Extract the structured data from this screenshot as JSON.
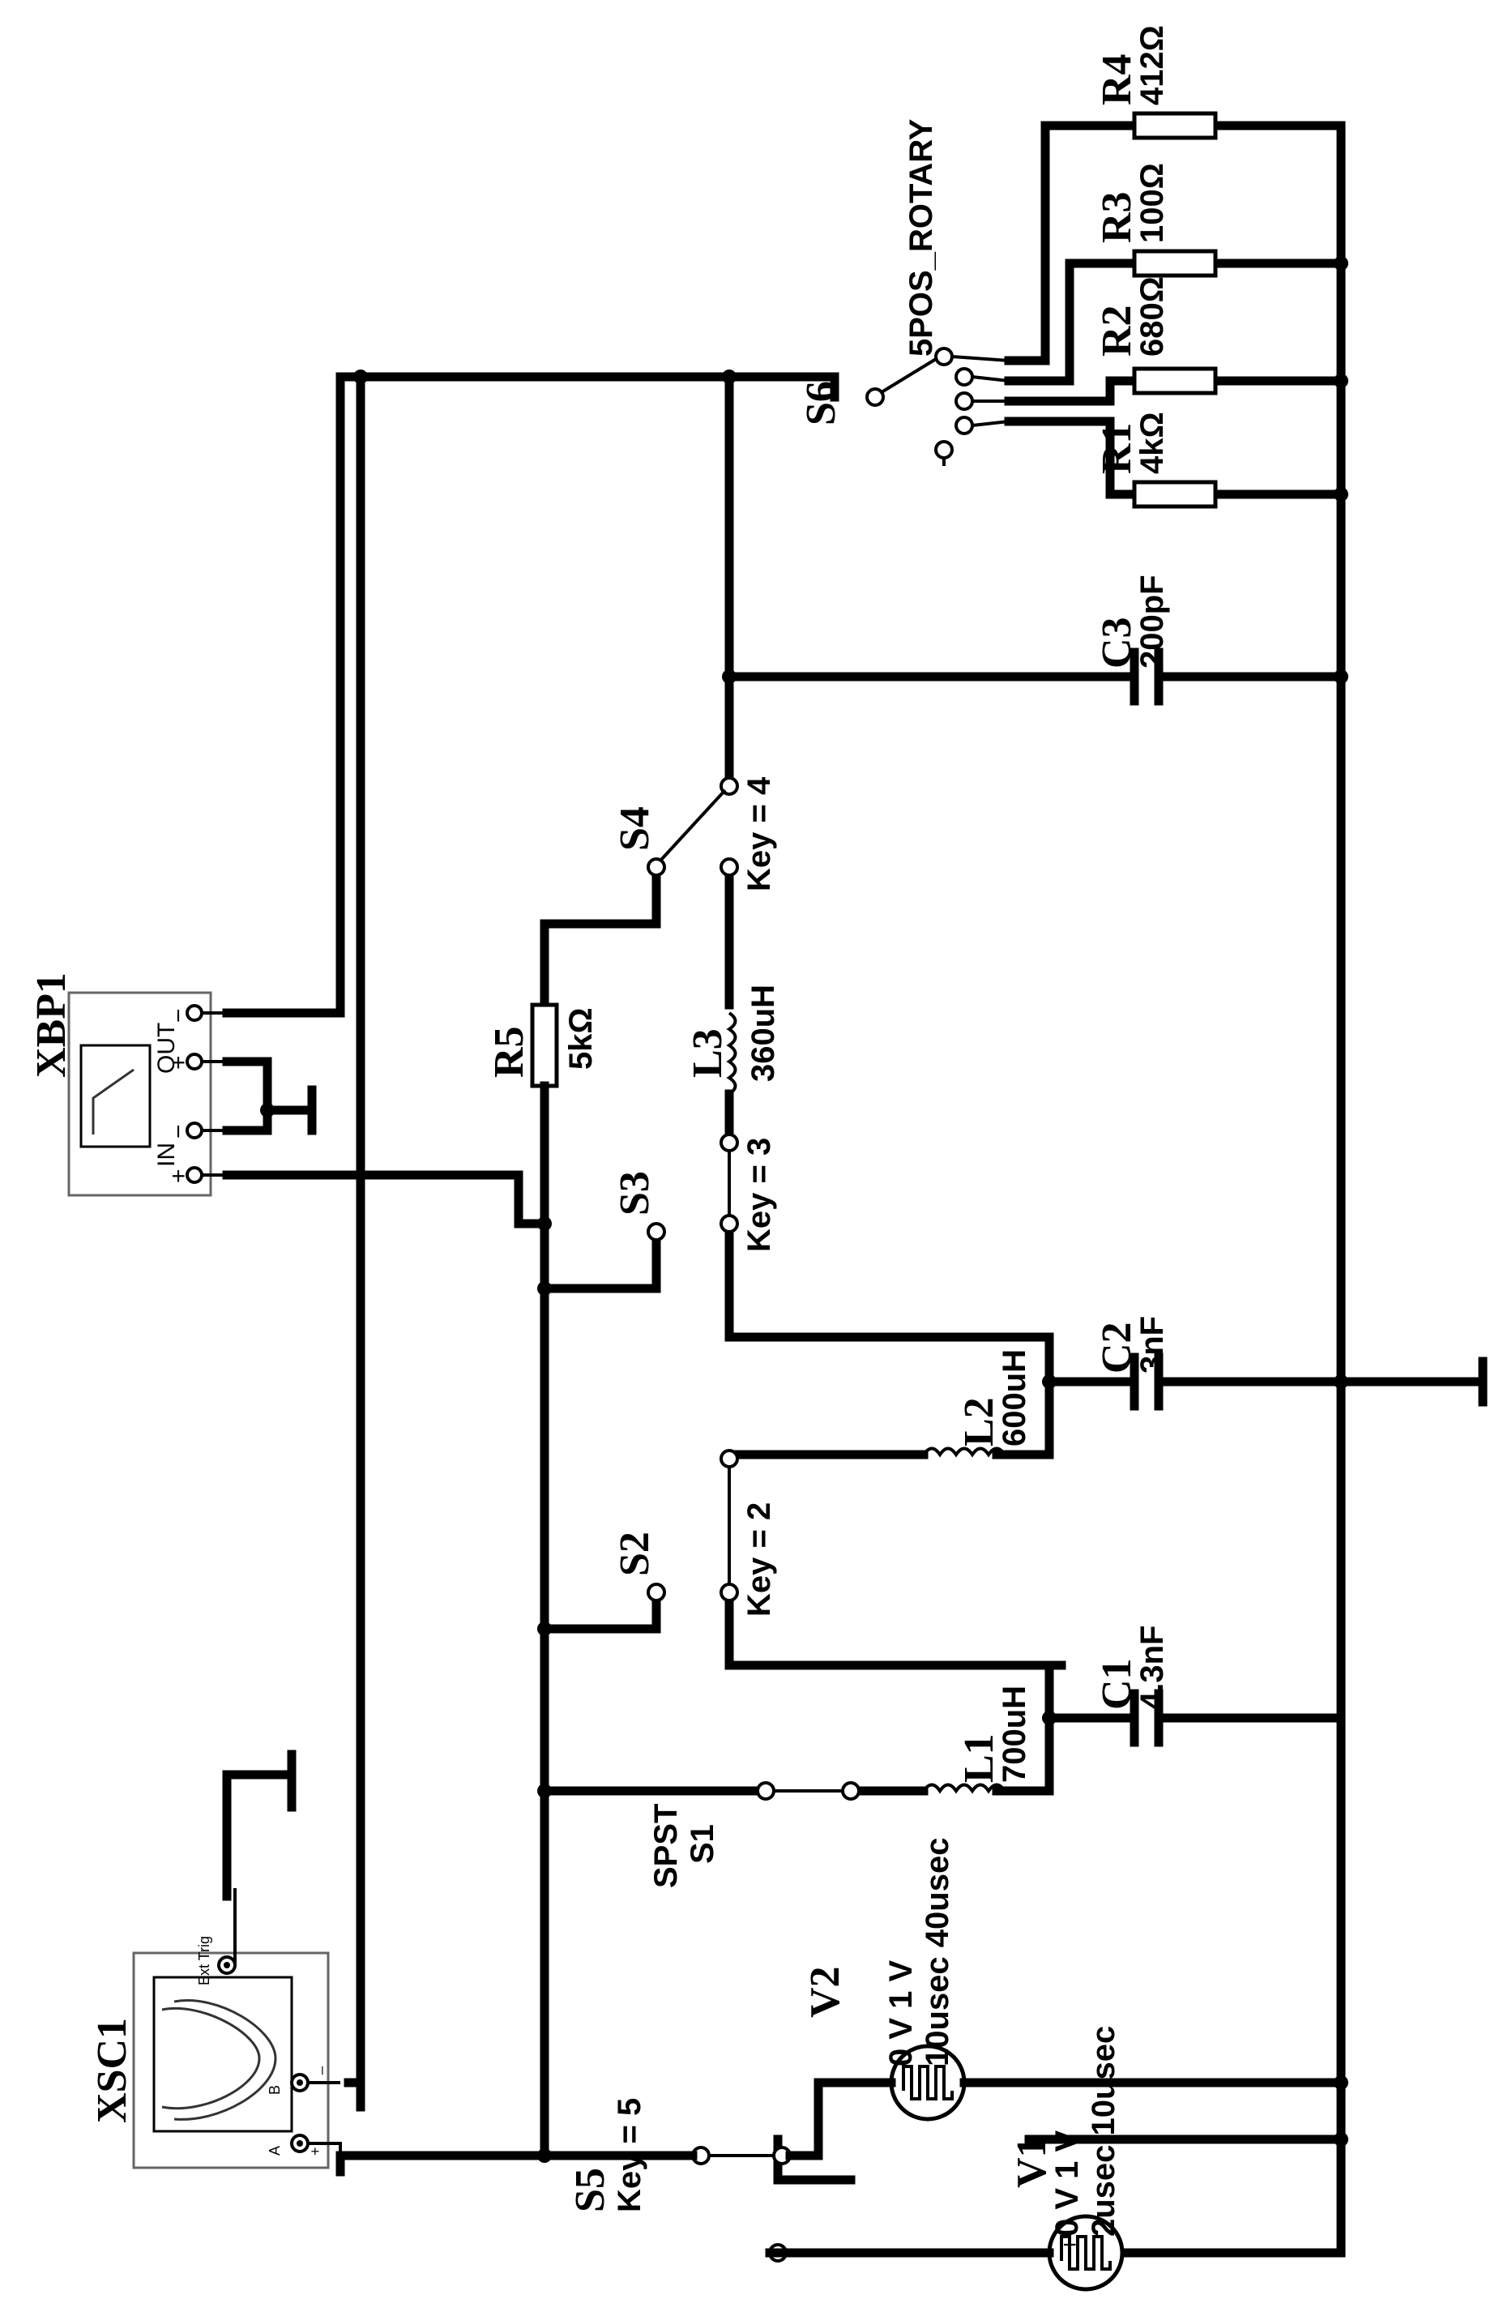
{
  "instruments": {
    "oscilloscope": {
      "ref": "XSC1",
      "port_a": "A",
      "port_b": "B",
      "port_ext": "Ext Trig",
      "plus": "+",
      "minus": "_"
    },
    "bode_plotter": {
      "ref": "XBP1",
      "in_label": "IN",
      "out_label": "OUT",
      "plus": "+",
      "minus": "−"
    }
  },
  "sources": {
    "v1": {
      "ref": "V1",
      "value": "0 V 1 V",
      "timing": "2usec 10usec"
    },
    "v2": {
      "ref": "V2",
      "value": "0 V 1 V",
      "timing": "10usec 40usec"
    }
  },
  "switches": {
    "s1": {
      "ref": "S1",
      "type": "SPST"
    },
    "s2": {
      "ref": "S2",
      "key": "Key = 2"
    },
    "s3": {
      "ref": "S3",
      "key": "Key = 3"
    },
    "s4": {
      "ref": "S4",
      "key": "Key = 4"
    },
    "s5": {
      "ref": "S5",
      "key": "Key = 5"
    },
    "s6": {
      "ref": "S6",
      "type": "5POS_ROTARY"
    }
  },
  "inductors": {
    "l1": {
      "ref": "L1",
      "value": "700uH"
    },
    "l2": {
      "ref": "L2",
      "value": "600uH"
    },
    "l3": {
      "ref": "L3",
      "value": "360uH"
    }
  },
  "capacitors": {
    "c1": {
      "ref": "C1",
      "value": "4.3nF"
    },
    "c2": {
      "ref": "C2",
      "value": "3nF"
    },
    "c3": {
      "ref": "C3",
      "value": "200pF"
    }
  },
  "resistors": {
    "r1": {
      "ref": "R1",
      "value": "4kΩ"
    },
    "r2": {
      "ref": "R2",
      "value": "680Ω"
    },
    "r3": {
      "ref": "R3",
      "value": "100Ω"
    },
    "r4": {
      "ref": "R4",
      "value": "412Ω"
    },
    "r5": {
      "ref": "R5",
      "value": "5kΩ"
    }
  }
}
